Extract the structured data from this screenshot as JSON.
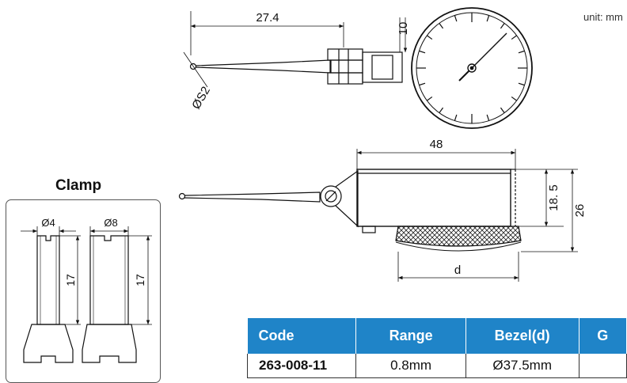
{
  "unit_label": "unit: mm",
  "dimensions": {
    "stylus_length": "27.4",
    "stem_height": "10",
    "ball_diameter": "ØS2",
    "body_length": "48",
    "body_height": "18. 5",
    "total_height": "26",
    "bezel": "d"
  },
  "clamp": {
    "title": "Clamp",
    "small": {
      "diameter": "Ø4",
      "height": "17"
    },
    "large": {
      "diameter": "Ø8",
      "height": "17"
    }
  },
  "table": {
    "headers": [
      "Code",
      "Range",
      "Bezel(d)",
      "G"
    ],
    "rows": [
      [
        "263-008-11",
        "0.8mm",
        "Ø37.5mm",
        ""
      ]
    ]
  }
}
